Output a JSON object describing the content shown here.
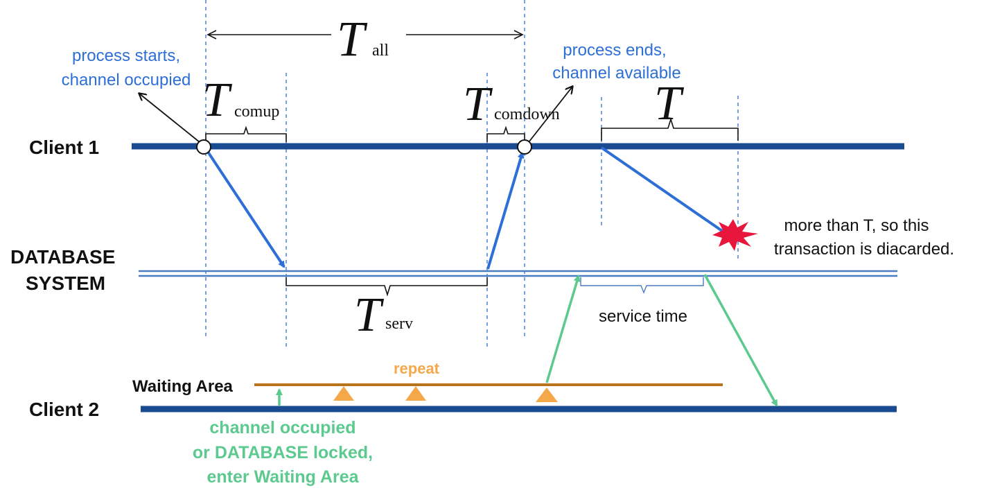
{
  "labels": {
    "client1": "Client 1",
    "client2": "Client 2",
    "database_line1": "DATABASE",
    "database_line2": "SYSTEM",
    "waiting_area": "Waiting Area",
    "repeat": "repeat",
    "service_time": "service time",
    "process_starts_line1": "process starts,",
    "process_starts_line2": "channel occupied",
    "process_ends_line1": "process ends,",
    "process_ends_line2": "channel available",
    "discard_line1": "more than T, so this",
    "discard_line2": "transaction is diacarded.",
    "waiting_note_line1": "channel occupied",
    "waiting_note_line2": "or DATABASE locked,",
    "waiting_note_line3": "enter Waiting Area"
  },
  "symbols": {
    "t": "T",
    "all_sub": "all",
    "comup_sub": "comup",
    "comdown_sub": "comdown",
    "serv_sub": "serv"
  },
  "colors": {
    "timeline": "#1a4a8f",
    "db_line": "#4a7cc4",
    "blue_arrow": "#2d6fd6",
    "green": "#5cc98f",
    "waiting_line": "#b8741a",
    "triangle": "#f5a84a",
    "repeat_text": "#f5a84a",
    "burst": "#e8163c",
    "dashed": "#2d6fd6",
    "annotation_blue": "#2d6fd6"
  }
}
